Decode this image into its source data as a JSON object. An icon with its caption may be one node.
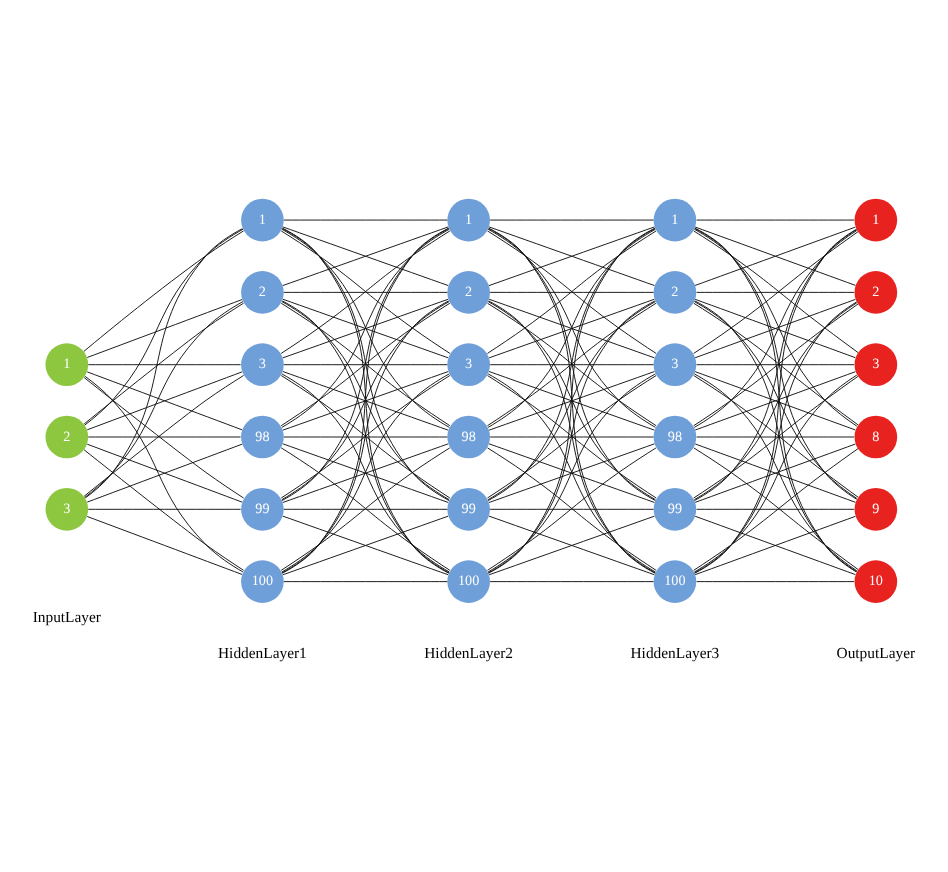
{
  "diagram": {
    "nodes": [
      {
        "text": [
          "1"
        ]
      },
      {
        "text": [
          "2"
        ]
      },
      {
        "text": [
          "3"
        ]
      },
      {
        "text": [
          "1"
        ]
      },
      {
        "text": [
          "2"
        ]
      },
      {
        "text": [
          "3"
        ]
      },
      {
        "text": [
          "98"
        ]
      },
      {
        "text": [
          "99"
        ]
      },
      {
        "text": [
          "100"
        ]
      },
      {
        "text": [
          "1"
        ]
      },
      {
        "text": [
          "2"
        ]
      },
      {
        "text": [
          "3"
        ]
      },
      {
        "text": [
          "98"
        ]
      },
      {
        "text": [
          "99"
        ]
      },
      {
        "text": [
          "100"
        ]
      },
      {
        "text": [
          "1"
        ]
      },
      {
        "text": [
          "2"
        ]
      },
      {
        "text": [
          "3"
        ]
      },
      {
        "text": [
          "98"
        ]
      },
      {
        "text": [
          "99"
        ]
      },
      {
        "text": [
          "100"
        ]
      },
      {
        "text": [
          "1"
        ]
      },
      {
        "text": [
          "2"
        ]
      },
      {
        "text": [
          "3"
        ]
      },
      {
        "text": [
          "8"
        ]
      },
      {
        "text": [
          "9"
        ]
      },
      {
        "text": [
          "10"
        ]
      }
    ],
    "edges": [
      {
        "from": 0,
        "to": 3,
        "arrow": "none"
      },
      {
        "from": 0,
        "to": 4,
        "arrow": "none"
      },
      {
        "from": 0,
        "to": 5,
        "arrow": "none"
      },
      {
        "from": 0,
        "to": 6,
        "arrow": "none"
      },
      {
        "from": 0,
        "to": 7,
        "arrow": "none"
      },
      {
        "from": 0,
        "to": 8,
        "arrow": "none"
      },
      {
        "from": 1,
        "to": 3,
        "arrow": "none"
      },
      {
        "from": 1,
        "to": 4,
        "arrow": "none"
      },
      {
        "from": 1,
        "to": 5,
        "arrow": "none"
      },
      {
        "from": 1,
        "to": 6,
        "arrow": "none"
      },
      {
        "from": 1,
        "to": 7,
        "arrow": "none"
      },
      {
        "from": 1,
        "to": 8,
        "arrow": "none"
      },
      {
        "from": 2,
        "to": 3,
        "arrow": "none"
      },
      {
        "from": 2,
        "to": 4,
        "arrow": "none"
      },
      {
        "from": 2,
        "to": 5,
        "arrow": "none"
      },
      {
        "from": 2,
        "to": 6,
        "arrow": "none"
      },
      {
        "from": 2,
        "to": 7,
        "arrow": "none"
      },
      {
        "from": 2,
        "to": 8,
        "arrow": "none"
      },
      {
        "from": 3,
        "to": 9,
        "arrow": "none"
      },
      {
        "from": 3,
        "to": 10,
        "arrow": "none"
      },
      {
        "from": 3,
        "to": 11,
        "arrow": "none"
      },
      {
        "from": 3,
        "to": 12,
        "arrow": "none"
      },
      {
        "from": 3,
        "to": 13,
        "arrow": "none"
      },
      {
        "from": 3,
        "to": 14,
        "arrow": "none"
      },
      {
        "from": 4,
        "to": 9,
        "arrow": "none"
      },
      {
        "from": 4,
        "to": 10,
        "arrow": "none"
      },
      {
        "from": 4,
        "to": 11,
        "arrow": "none"
      },
      {
        "from": 4,
        "to": 12,
        "arrow": "none"
      },
      {
        "from": 4,
        "to": 13,
        "arrow": "none"
      },
      {
        "from": 4,
        "to": 14,
        "arrow": "none"
      },
      {
        "from": 5,
        "to": 9,
        "arrow": "none"
      },
      {
        "from": 5,
        "to": 10,
        "arrow": "none"
      },
      {
        "from": 5,
        "to": 11,
        "arrow": "none"
      },
      {
        "from": 5,
        "to": 12,
        "arrow": "none"
      },
      {
        "from": 5,
        "to": 13,
        "arrow": "none"
      },
      {
        "from": 5,
        "to": 14,
        "arrow": "none"
      },
      {
        "from": 6,
        "to": 9,
        "arrow": "none"
      },
      {
        "from": 6,
        "to": 10,
        "arrow": "none"
      },
      {
        "from": 6,
        "to": 11,
        "arrow": "none"
      },
      {
        "from": 6,
        "to": 12,
        "arrow": "none"
      },
      {
        "from": 6,
        "to": 13,
        "arrow": "none"
      },
      {
        "from": 6,
        "to": 14,
        "arrow": "none"
      },
      {
        "from": 7,
        "to": 9,
        "arrow": "none"
      },
      {
        "from": 7,
        "to": 10,
        "arrow": "none"
      },
      {
        "from": 7,
        "to": 11,
        "arrow": "none"
      },
      {
        "from": 7,
        "to": 12,
        "arrow": "none"
      },
      {
        "from": 7,
        "to": 13,
        "arrow": "none"
      },
      {
        "from": 7,
        "to": 14,
        "arrow": "none"
      },
      {
        "from": 8,
        "to": 9,
        "arrow": "none"
      },
      {
        "from": 8,
        "to": 10,
        "arrow": "none"
      },
      {
        "from": 8,
        "to": 11,
        "arrow": "none"
      },
      {
        "from": 8,
        "to": 12,
        "arrow": "none"
      },
      {
        "from": 8,
        "to": 13,
        "arrow": "none"
      },
      {
        "from": 8,
        "to": 14,
        "arrow": "none"
      },
      {
        "from": 9,
        "to": 15,
        "arrow": "none"
      },
      {
        "from": 9,
        "to": 16,
        "arrow": "none"
      },
      {
        "from": 9,
        "to": 17,
        "arrow": "none"
      },
      {
        "from": 9,
        "to": 18,
        "arrow": "none"
      },
      {
        "from": 9,
        "to": 19,
        "arrow": "none"
      },
      {
        "from": 9,
        "to": 20,
        "arrow": "none"
      },
      {
        "from": 10,
        "to": 15,
        "arrow": "none"
      },
      {
        "from": 10,
        "to": 16,
        "arrow": "none"
      },
      {
        "from": 10,
        "to": 17,
        "arrow": "none"
      },
      {
        "from": 10,
        "to": 18,
        "arrow": "none"
      },
      {
        "from": 10,
        "to": 19,
        "arrow": "none"
      },
      {
        "from": 10,
        "to": 20,
        "arrow": "none"
      },
      {
        "from": 11,
        "to": 15,
        "arrow": "none"
      },
      {
        "from": 11,
        "to": 16,
        "arrow": "none"
      },
      {
        "from": 11,
        "to": 17,
        "arrow": "none"
      },
      {
        "from": 11,
        "to": 18,
        "arrow": "none"
      },
      {
        "from": 11,
        "to": 19,
        "arrow": "none"
      },
      {
        "from": 11,
        "to": 20,
        "arrow": "none"
      },
      {
        "from": 12,
        "to": 15,
        "arrow": "none"
      },
      {
        "from": 12,
        "to": 16,
        "arrow": "none"
      },
      {
        "from": 12,
        "to": 17,
        "arrow": "none"
      },
      {
        "from": 12,
        "to": 18,
        "arrow": "none"
      },
      {
        "from": 12,
        "to": 19,
        "arrow": "none"
      },
      {
        "from": 12,
        "to": 20,
        "arrow": "none"
      },
      {
        "from": 13,
        "to": 15,
        "arrow": "none"
      },
      {
        "from": 13,
        "to": 16,
        "arrow": "none"
      },
      {
        "from": 13,
        "to": 17,
        "arrow": "none"
      },
      {
        "from": 13,
        "to": 18,
        "arrow": "none"
      },
      {
        "from": 13,
        "to": 19,
        "arrow": "none"
      },
      {
        "from": 13,
        "to": 20,
        "arrow": "none"
      },
      {
        "from": 14,
        "to": 15,
        "arrow": "none"
      },
      {
        "from": 14,
        "to": 16,
        "arrow": "none"
      },
      {
        "from": 14,
        "to": 17,
        "arrow": "none"
      },
      {
        "from": 14,
        "to": 18,
        "arrow": "none"
      },
      {
        "from": 14,
        "to": 19,
        "arrow": "none"
      },
      {
        "from": 14,
        "to": 20,
        "arrow": "none"
      },
      {
        "from": 15,
        "to": 21,
        "arrow": "none"
      },
      {
        "from": 15,
        "to": 22,
        "arrow": "none"
      },
      {
        "from": 15,
        "to": 23,
        "arrow": "none"
      },
      {
        "from": 15,
        "to": 24,
        "arrow": "none"
      },
      {
        "from": 15,
        "to": 25,
        "arrow": "none"
      },
      {
        "from": 15,
        "to": 26,
        "arrow": "none"
      },
      {
        "from": 16,
        "to": 21,
        "arrow": "none"
      },
      {
        "from": 16,
        "to": 22,
        "arrow": "none"
      },
      {
        "from": 16,
        "to": 23,
        "arrow": "none"
      },
      {
        "from": 16,
        "to": 24,
        "arrow": "none"
      },
      {
        "from": 16,
        "to": 25,
        "arrow": "none"
      },
      {
        "from": 16,
        "to": 26,
        "arrow": "none"
      },
      {
        "from": 17,
        "to": 21,
        "arrow": "none"
      },
      {
        "from": 17,
        "to": 22,
        "arrow": "none"
      },
      {
        "from": 17,
        "to": 23,
        "arrow": "none"
      },
      {
        "from": 17,
        "to": 24,
        "arrow": "none"
      },
      {
        "from": 17,
        "to": 25,
        "arrow": "none"
      },
      {
        "from": 17,
        "to": 26,
        "arrow": "none"
      },
      {
        "from": 18,
        "to": 21,
        "arrow": "none"
      },
      {
        "from": 18,
        "to": 22,
        "arrow": "none"
      },
      {
        "from": 18,
        "to": 23,
        "arrow": "none"
      },
      {
        "from": 18,
        "to": 24,
        "arrow": "none"
      },
      {
        "from": 18,
        "to": 25,
        "arrow": "none"
      },
      {
        "from": 18,
        "to": 26,
        "arrow": "none"
      },
      {
        "from": 19,
        "to": 21,
        "arrow": "none"
      },
      {
        "from": 19,
        "to": 22,
        "arrow": "none"
      },
      {
        "from": 19,
        "to": 23,
        "arrow": "none"
      },
      {
        "from": 19,
        "to": 24,
        "arrow": "none"
      },
      {
        "from": 19,
        "to": 25,
        "arrow": "none"
      },
      {
        "from": 19,
        "to": 26,
        "arrow": "none"
      },
      {
        "from": 20,
        "to": 21,
        "arrow": "none"
      },
      {
        "from": 20,
        "to": 22,
        "arrow": "none"
      },
      {
        "from": 20,
        "to": 23,
        "arrow": "none"
      },
      {
        "from": 20,
        "to": 24,
        "arrow": "none"
      },
      {
        "from": 20,
        "to": 25,
        "arrow": "none"
      },
      {
        "from": 20,
        "to": 26,
        "arrow": "none"
      }
    ],
    "labels": [
      "InputLayer",
      "HiddenLayer1",
      "HiddenLayer2",
      "HiddenLayer3",
      "OutputLayer"
    ]
  }
}
